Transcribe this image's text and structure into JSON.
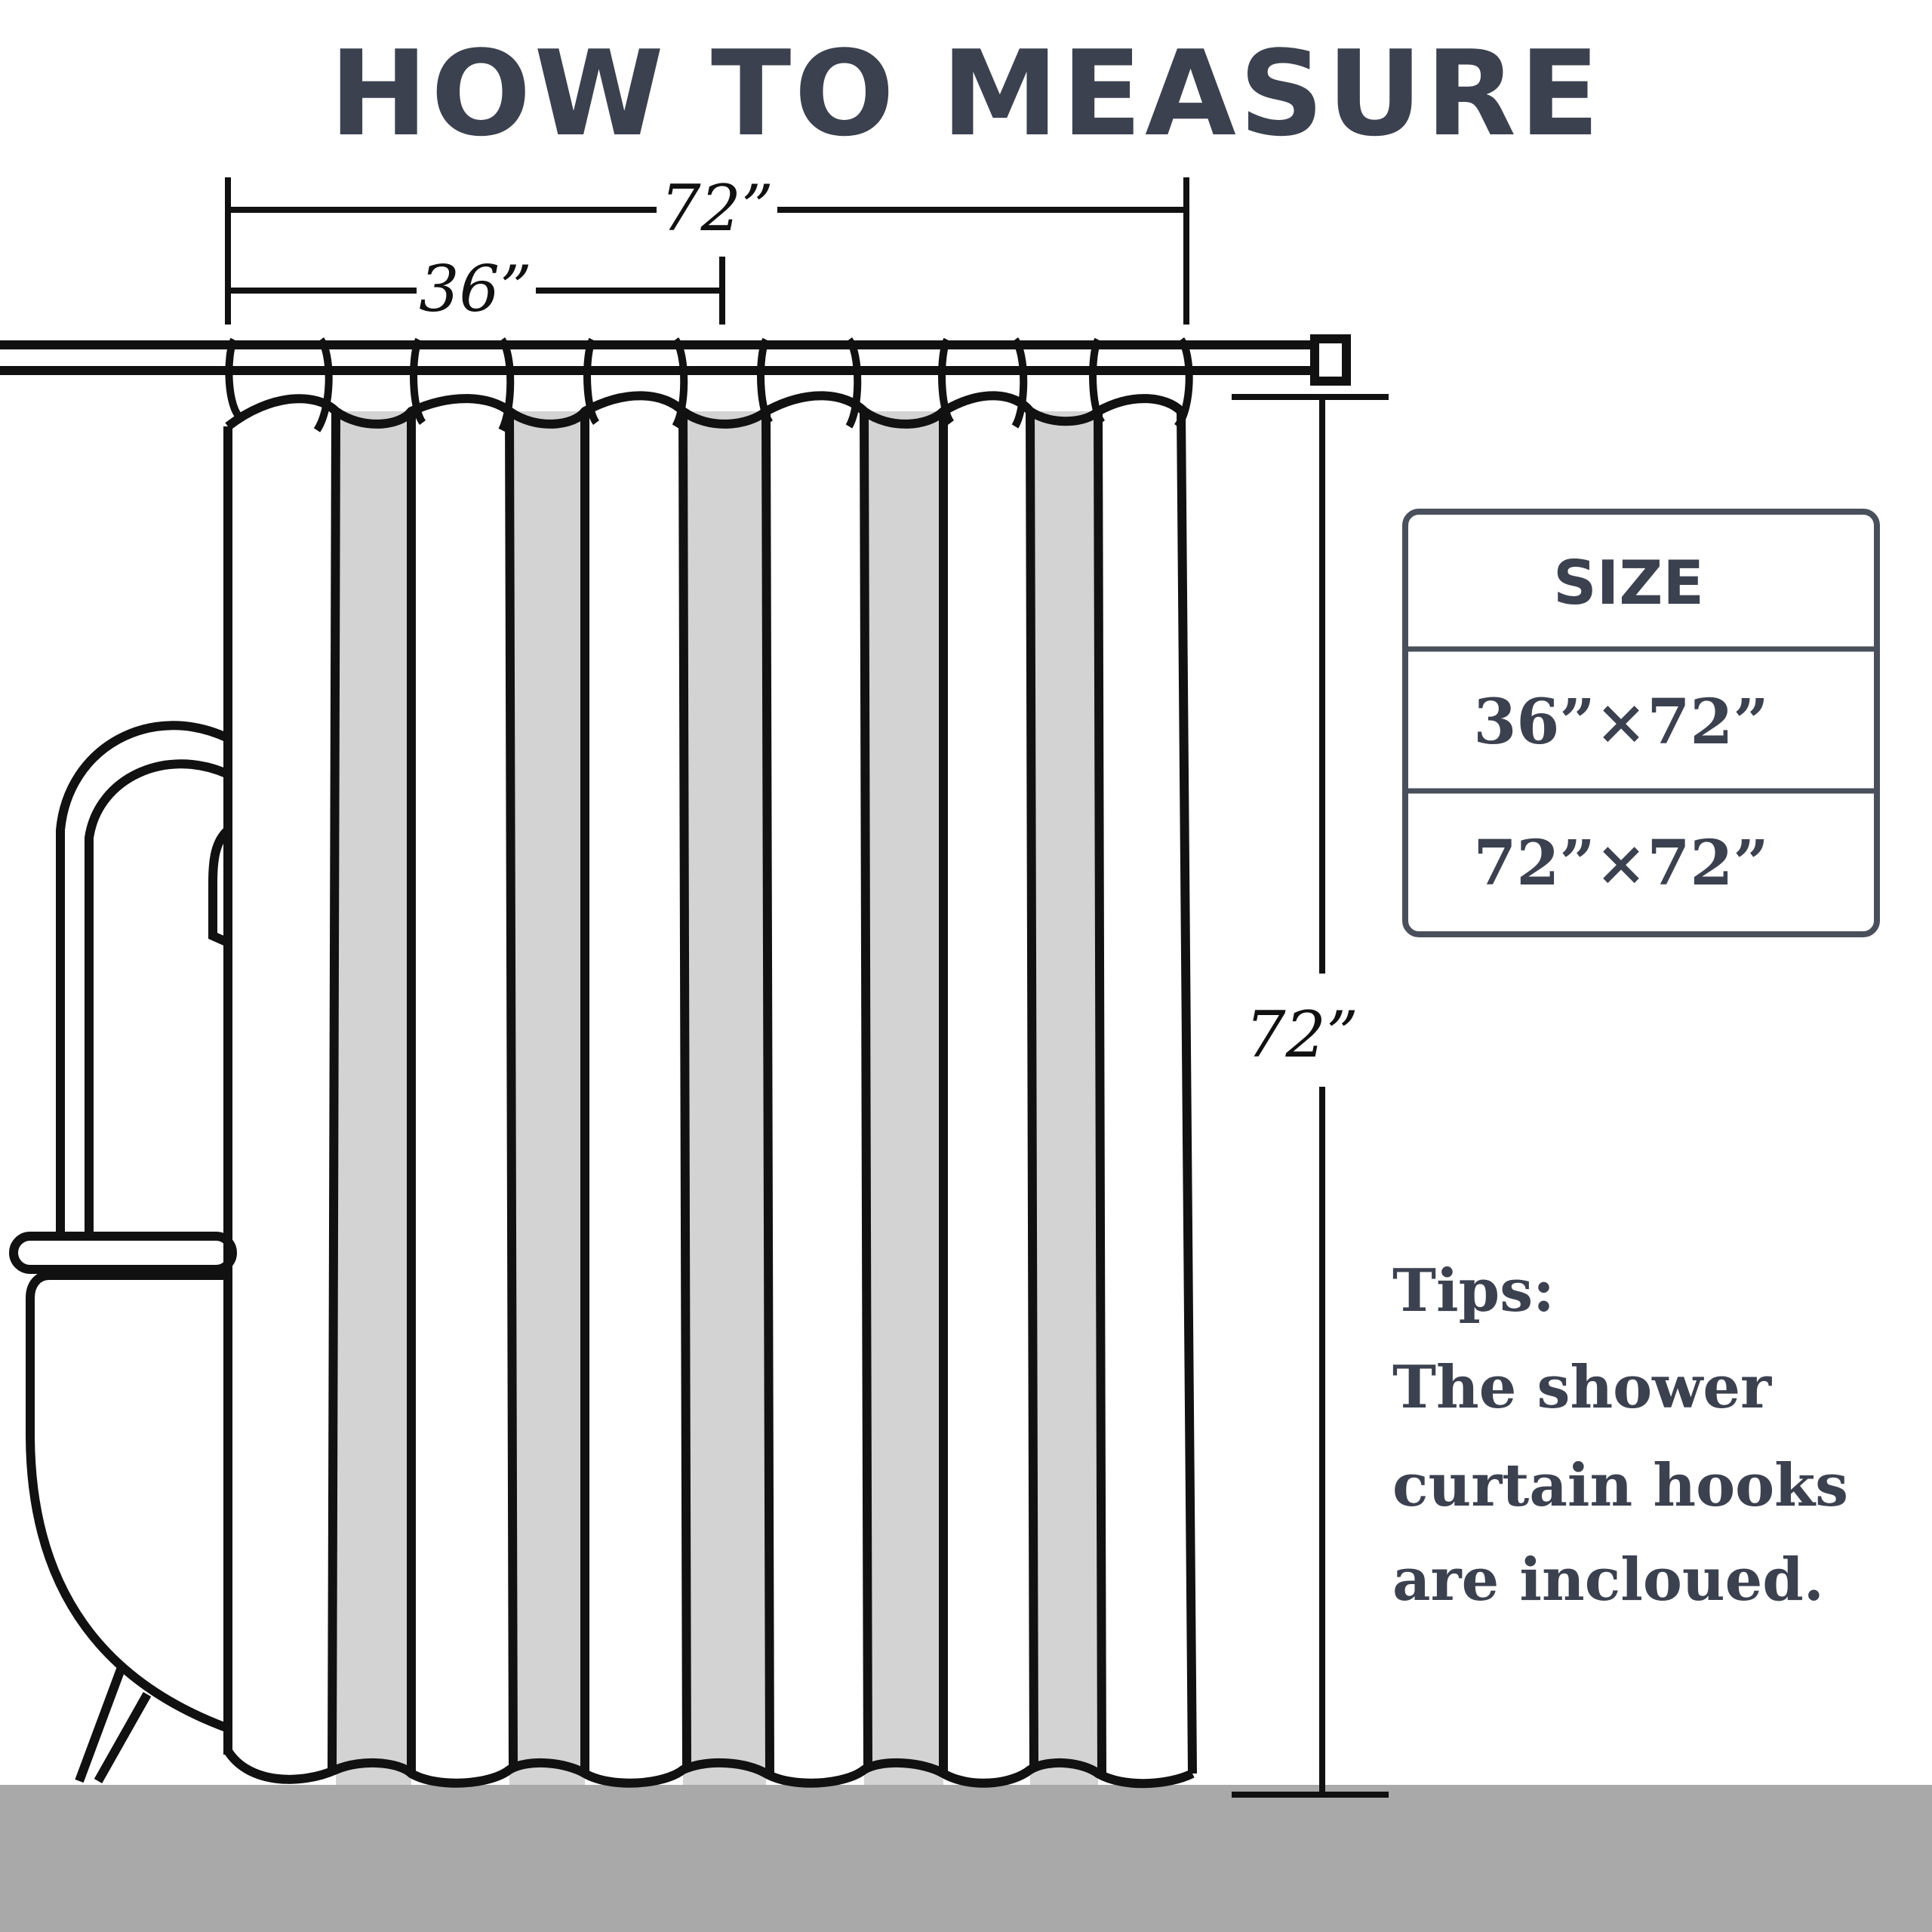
{
  "title": "HOW TO MEASURE",
  "dimensions": {
    "full_width": "72”",
    "panel_width": "36”",
    "height": "72”"
  },
  "size_table": {
    "header": "SIZE",
    "rows": [
      "36”×72”",
      "72”×72”"
    ]
  },
  "tips": {
    "heading": "Tips:",
    "lines": [
      "The shower",
      "curtain hooks",
      "are incloued."
    ]
  },
  "colors": {
    "text": "#3c4150",
    "line": "#111111",
    "fold": "#d3d3d3",
    "floor": "#a9a9a9",
    "box_border": "#4a4f5c"
  }
}
